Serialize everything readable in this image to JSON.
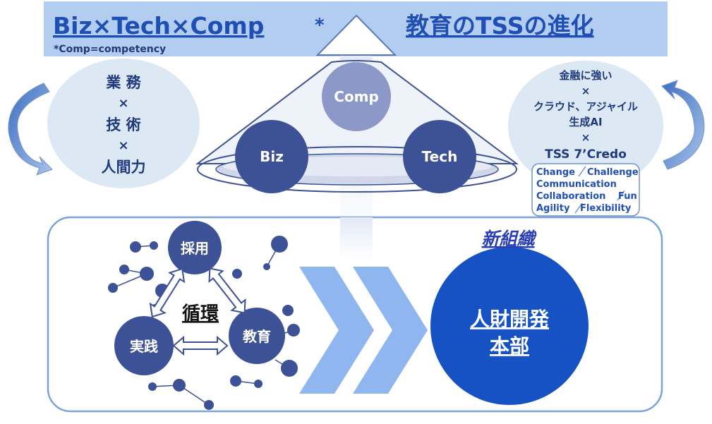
{
  "header": {
    "title_left": "Biz×Tech×Comp",
    "title_asterisk": "*",
    "footnote": "*Comp=competency",
    "title_right": "教育のTSSの進化"
  },
  "left_bubble": {
    "line1": "業 務",
    "x1": "×",
    "line2": "技 術",
    "x2": "×",
    "line3": "人間力"
  },
  "cone": {
    "top": "Comp",
    "left": "Biz",
    "right": "Tech"
  },
  "right_bubble": {
    "line1": "金融に強い",
    "x1": "×",
    "line2": "クラウド、アジャイル",
    "line3": "生成AI",
    "x2": "×",
    "line4": "TSS 7’Credo",
    "credo": {
      "row1a": "Change",
      "row1b": "Challenge",
      "row2": "Communication",
      "row3a": "Collaboration",
      "row3b": "Fun",
      "row4a": "Agility",
      "row4b": "Flexibility"
    }
  },
  "cycle": {
    "top": "採用",
    "left": "実践",
    "right": "教育",
    "center": "循環"
  },
  "new_org": {
    "label": "新組織",
    "dept_line1": "人財開発",
    "dept_line2": "本部"
  },
  "colors": {
    "header_bg": "#b3cdf0",
    "title_blue": "#1f4fb5",
    "navy_text": "#1f3a7a",
    "dark_node": "#3d5296",
    "mid_node": "#8c98c8",
    "bubble_fill": "#dde8f5",
    "chevron": "#8fb6ee",
    "dept_fill": "#1752c4"
  }
}
